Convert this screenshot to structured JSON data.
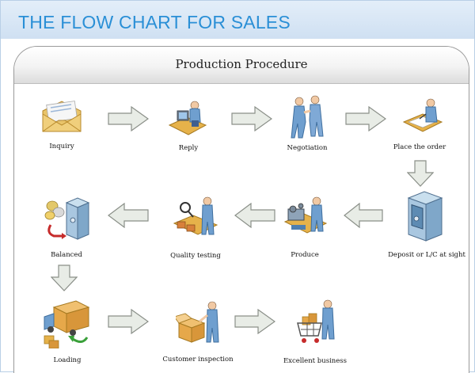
{
  "header": {
    "title": "THE FLOW CHART FOR SALES"
  },
  "panel": {
    "title": "Production Procedure"
  },
  "steps": [
    {
      "label": "Inquiry",
      "icon": "envelope-icon"
    },
    {
      "label": "Reply",
      "icon": "person-at-desk-icon"
    },
    {
      "label": "Negotiation",
      "icon": "handshake-icon"
    },
    {
      "label": "Place the order",
      "icon": "order-form-icon"
    },
    {
      "label": "Deposit or L/C at sight",
      "icon": "safe-icon"
    },
    {
      "label": "Produce",
      "icon": "production-worker-icon"
    },
    {
      "label": "Quality testing",
      "icon": "inspection-worker-icon"
    },
    {
      "label": "Balanced",
      "icon": "safe-coins-icon"
    },
    {
      "label": "Loading",
      "icon": "truck-icon"
    },
    {
      "label": "Customer inspection",
      "icon": "box-inspection-icon"
    },
    {
      "label": "Excellent business",
      "icon": "shopping-cart-icon"
    }
  ],
  "colors": {
    "header_text": "#2a8fd6",
    "arrow_fill": "#e8ece6",
    "arrow_stroke": "#8a8f88",
    "person": "#6f9fcf",
    "desk": "#e6b24a"
  }
}
